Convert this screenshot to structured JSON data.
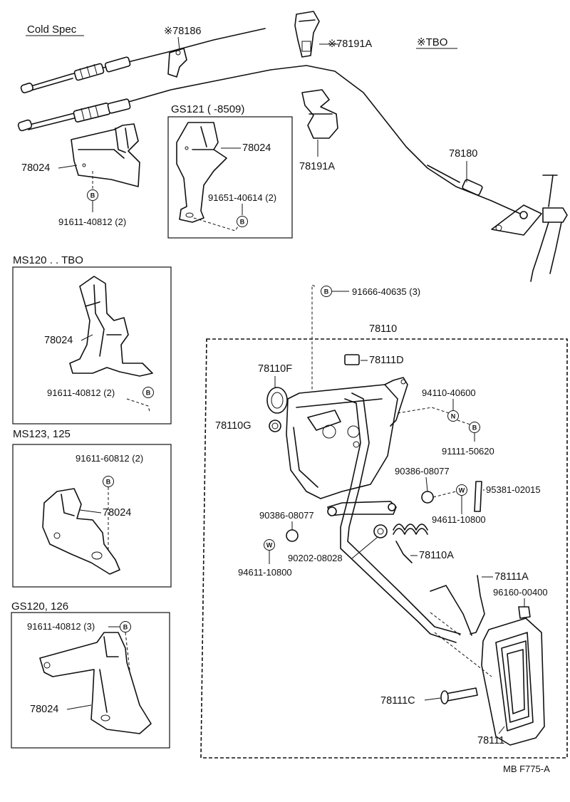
{
  "section_headers": {
    "cold_spec": "Cold Spec",
    "tbo_header": "※TBO",
    "gs121": "GS121 (      -8509)",
    "ms120": "MS120 . . TBO",
    "ms123": "MS123, 125",
    "gs120": "GS120, 126"
  },
  "labels": {
    "p78186": "※78186",
    "p78191a_top": "※78191A",
    "p78191a": "78191A",
    "p78180": "78180",
    "p78024_a": "78024",
    "p91611_a": "91611-40812 (2)",
    "p78024_gs121": "78024",
    "p91651": "91651-40614 (2)",
    "p78024_ms120": "78024",
    "p91611_ms120": "91611-40812 (2)",
    "p91611_60812": "91611-60812 (2)",
    "p78024_ms123": "78024",
    "p91611_gs120": "91611-40812 (3)",
    "p78024_gs120": "78024",
    "p91666": "91666-40635 (3)",
    "p78110": "78110",
    "p78111d": "78111D",
    "p78110f": "78110F",
    "p78110g": "78110G",
    "p94110": "94110-40600",
    "p91111": "91111-50620",
    "p90386_r": "90386-08077",
    "p95381": "95381-02015",
    "p94611_r": "94611-10800",
    "p90386_l": "90386-08077",
    "p94611_l": "94611-10800",
    "p90202": "90202-08028",
    "p78110a": "78110A",
    "p78111a": "78111A",
    "p96160": "96160-00400",
    "p78111c": "78111C",
    "p78111": "78111"
  },
  "symbols": {
    "bolt": "B",
    "nut": "N",
    "washer": "W"
  },
  "footer": {
    "ref": "MB   F775-A"
  }
}
